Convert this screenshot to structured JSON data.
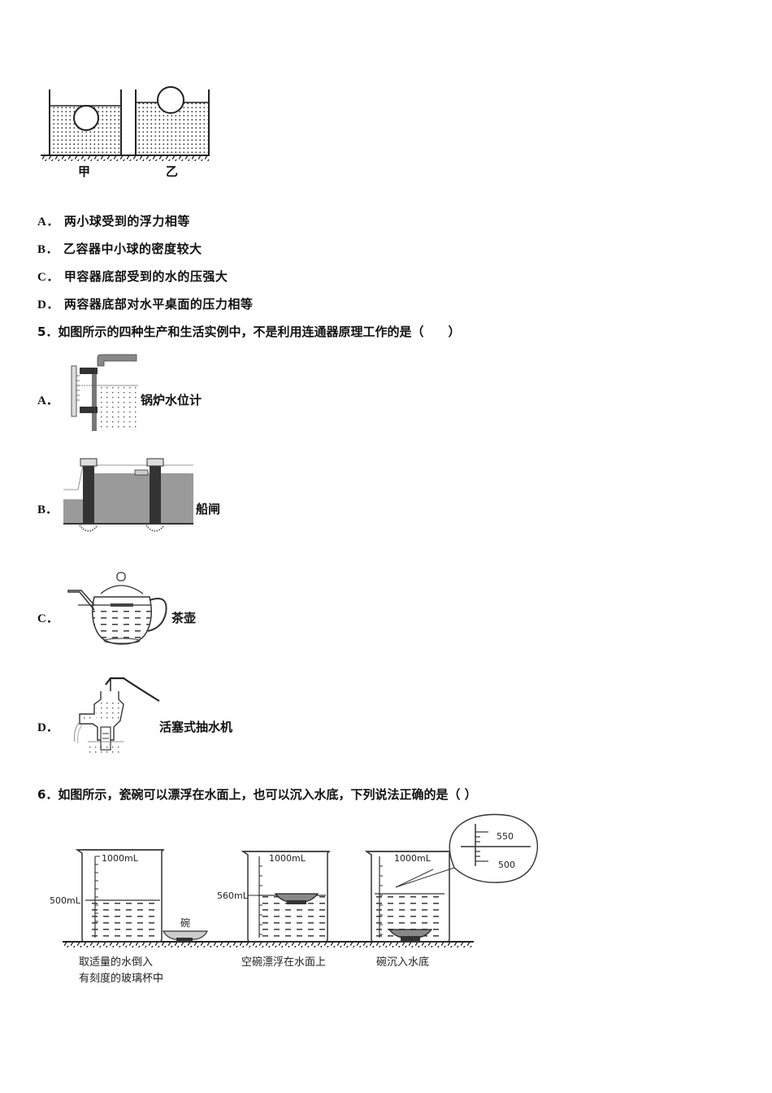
{
  "figure_q4": {
    "label_left": "甲",
    "label_right": "乙"
  },
  "q4_options": [
    {
      "letter": "A．",
      "text": "两小球受到的浮力相等"
    },
    {
      "letter": "B．",
      "text": "乙容器中小球的密度较大"
    },
    {
      "letter": "C．",
      "text": "甲容器底部受到的水的压强大"
    },
    {
      "letter": "D．",
      "text": "两容器底部对水平桌面的压力相等"
    }
  ],
  "q5": {
    "stem": "5．如图所示的四种生产和生活实例中，不是利用连通器原理工作的是（　　）",
    "options": [
      {
        "letter": "A．",
        "label": "锅炉水位计",
        "icon": "boiler-water-gauge"
      },
      {
        "letter": "B．",
        "label": "船闸",
        "icon": "ship-lock"
      },
      {
        "letter": "C．",
        "label": "茶壶",
        "icon": "teapot"
      },
      {
        "letter": "D．",
        "label": "活塞式抽水机",
        "icon": "piston-pump"
      }
    ]
  },
  "q6": {
    "stem": "6．如图所示，瓷碗可以漂浮在水面上，也可以沉入水底，下列说法正确的是（ ）",
    "beakers": [
      {
        "top_mark": "1000mL",
        "level_mark": "500mL",
        "side_label": "碗",
        "caption_line1": "取适量的水倒入",
        "caption_line2": "有刻度的玻璃杯中"
      },
      {
        "top_mark": "1000mL",
        "level_mark": "560mL",
        "caption_line1": "空碗漂浮在水面上"
      },
      {
        "top_mark": "1000mL",
        "zoom_upper": "550",
        "zoom_lower": "500",
        "caption_line1": "碗沉入水底"
      }
    ]
  }
}
